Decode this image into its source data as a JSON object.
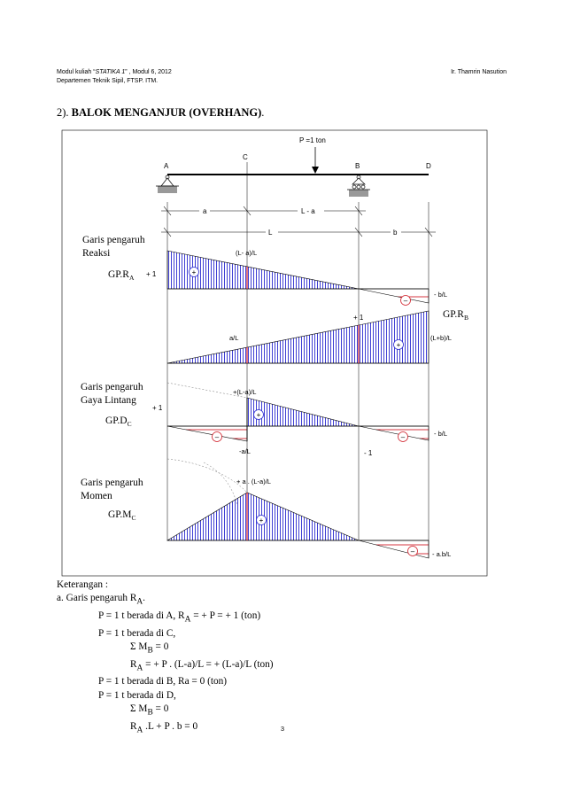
{
  "header": {
    "left_line1_prefix": "Modul kuliah “",
    "left_line1_italic": "STATIKA 1",
    "left_line1_suffix": "” , Modul 6, 2012",
    "left_line2": "Departemen Teknik Sipil, FTSP. ITM.",
    "right": "Ir. Thamrin Nasution"
  },
  "section_title": {
    "number": "2). ",
    "text": "BALOK  MENGANJUR (OVERHANG)",
    "end": "."
  },
  "figure": {
    "load_label": "P =1 ton",
    "points": {
      "A": "A",
      "C": "C",
      "B": "B",
      "D": "D"
    },
    "dims": {
      "a": "a",
      "L_minus_a": "L - a",
      "L": "L",
      "b": "b"
    },
    "group_reaksi": {
      "line1": "Garis pengaruh",
      "line2": "Reaksi"
    },
    "gp_ra": {
      "base": "GP.R",
      "sub": "A"
    },
    "gp_rb": {
      "base": "GP.R",
      "sub": "B"
    },
    "ra_labels": {
      "plus_one": "+ 1",
      "value": "(L- a)/L",
      "minus": "- b/L"
    },
    "rb_labels": {
      "plus_one": "+ 1",
      "value": "a/L",
      "end": "(L+b)/L"
    },
    "group_lintang": {
      "line1": "Garis pengaruh",
      "line2": "Gaya Lintang"
    },
    "gp_dc": {
      "base": "GP.D",
      "sub": "C"
    },
    "dc_labels": {
      "plus_one": "+ 1",
      "pos": "+(L-a)/L",
      "neg": "-a/L",
      "minus_one": "- 1",
      "minus": "- b/L"
    },
    "group_momen": {
      "line1": "Garis pengaruh",
      "line2": "Momen"
    },
    "gp_mc": {
      "base": "GP.M",
      "sub": "C"
    },
    "mc_labels": {
      "peak": "+ a . (L-a)/L",
      "minus": "- a.b/L"
    },
    "signs": {
      "plus": "+",
      "minus": "–"
    }
  },
  "notes": {
    "l1": "Keterangan :",
    "l2_pre": "a. Garis pengaruh R",
    "l2_sub": "A",
    "l2_post": ".",
    "l3_pre": "P = 1 t berada di A, R",
    "l3_sub": "A",
    "l3_post": " = + P = + 1  (ton)",
    "l4": "P = 1 t berada di C,",
    "l5_pre": "Σ M",
    "l5_sub": "B",
    "l5_post": " = 0",
    "l6_pre": "R",
    "l6_sub": "A",
    "l6_post": " = + P . (L-a)/L = + (L-a)/L  (ton)",
    "l7": "P = 1 t berada di B, Ra = 0 (ton)",
    "l8": "P = 1 t berada di D,",
    "l9_pre": "Σ M",
    "l9_sub": "B",
    "l9_post": " = 0",
    "l10_pre": "R",
    "l10_sub": "A",
    "l10_post": " .L + P . b = 0"
  },
  "page_number": "3"
}
